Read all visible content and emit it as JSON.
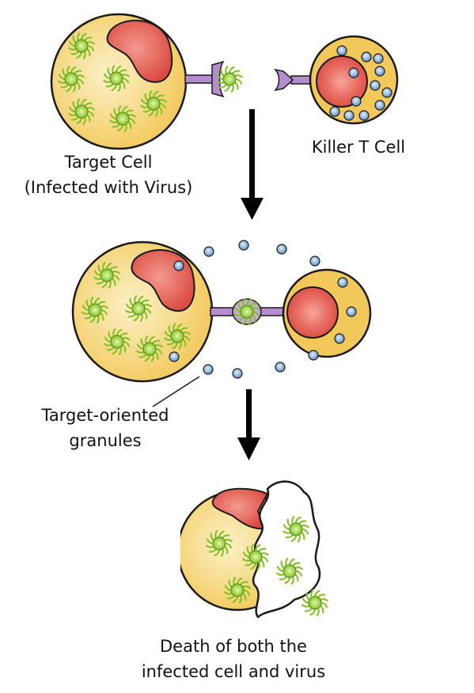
{
  "labels": {
    "target_cell_line1": "Target Cell",
    "target_cell_line2": "(Infected with Virus)",
    "killer_t_cell": "Killer T Cell",
    "granules_line1": "Target-oriented",
    "granules_line2": "granules",
    "death_line1": "Death of both the",
    "death_line2": "infected cell and virus"
  },
  "colors": {
    "cytoplasm": "#f2c85a",
    "cytoplasm_light": "#fbf0c8",
    "membrane": "#1a1a1a",
    "nucleus": "#e0524a",
    "nucleus_light": "#f39a90",
    "virus": "#86c42a",
    "virus_light": "#d8f29a",
    "receptor": "#b68cd0",
    "granule": "#5b8fc7",
    "granule_light": "#cfe3f5",
    "arrow": "#000000"
  },
  "icons": {
    "virus": "virus-icon",
    "granule": "granule-icon",
    "receptor": "receptor-icon",
    "arrow": "arrow-down-icon"
  }
}
